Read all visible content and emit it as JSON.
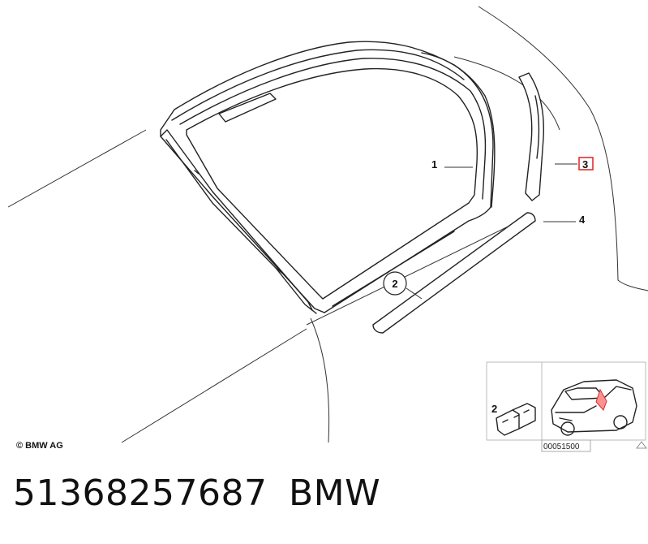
{
  "callouts": {
    "c1": "1",
    "c2": "2",
    "c3": "3",
    "c4": "4"
  },
  "copyright": "© BMW AG",
  "inset": {
    "part_label": "2",
    "code": "00051500"
  },
  "footer": {
    "part_number": "51368257687",
    "brand": "BMW"
  }
}
